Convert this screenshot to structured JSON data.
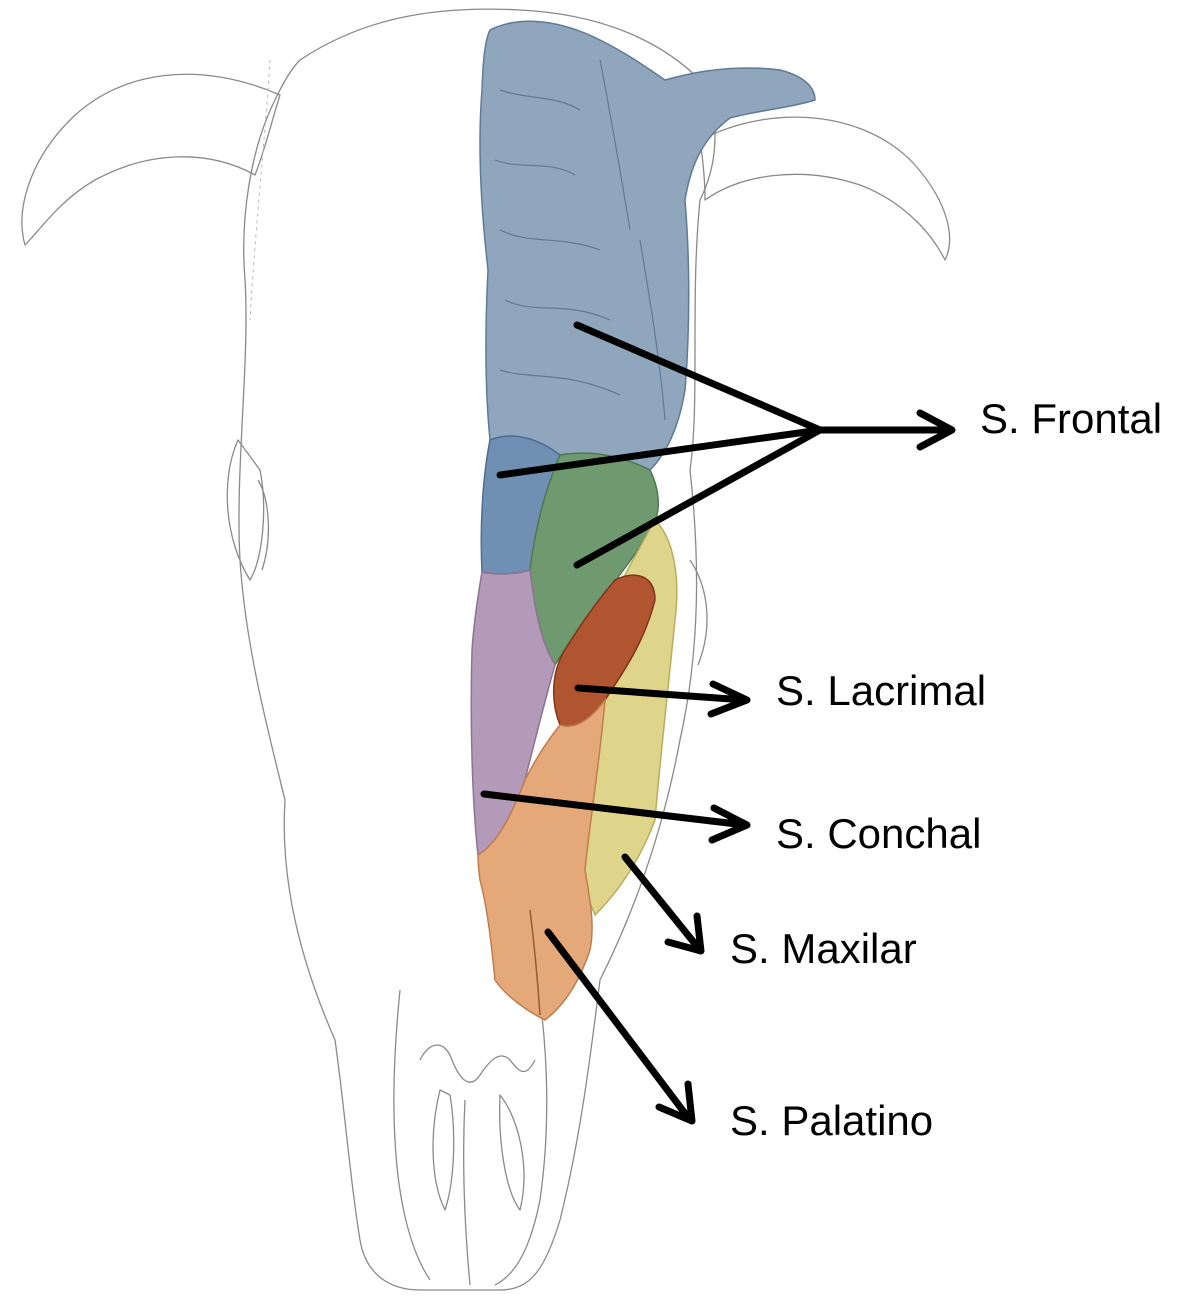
{
  "labels": {
    "frontal": "S. Frontal",
    "lacrimal": "S. Lacrimal",
    "conchal": "S. Conchal",
    "maxilar": "S. Maxilar",
    "palatino": "S. Palatino"
  },
  "colors": {
    "frontal_sinus_blue": "#8fa6bd",
    "frontal_dark_blue": "#6f8fb3",
    "green_region": "#6f9a6f",
    "lacrimal_brown": "#b0552f",
    "maxilar_yellow": "#ded58a",
    "palatine_peach": "#e5a879",
    "conchal_purple": "#b39ab9",
    "arrow": "#000000",
    "outline": "#8a8a8a"
  }
}
